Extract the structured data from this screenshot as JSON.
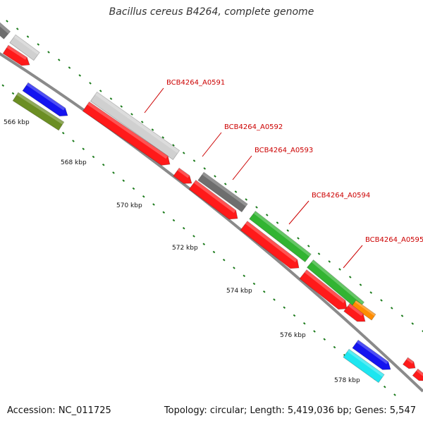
{
  "title": "Bacillus cereus B4264, complete genome",
  "footer": {
    "accession": "Accession: NC_011725",
    "stats": "Topology: circular; Length: 5,419,036 bp; Genes: 5,547"
  },
  "kbp_labels": [
    "566 kbp",
    "568 kbp",
    "570 kbp",
    "572 kbp",
    "574 kbp",
    "576 kbp",
    "578 kbp"
  ],
  "gene_labels": [
    "BCB4264_A0591",
    "BCB4264_A0592",
    "BCB4264_A0593",
    "BCB4264_A0594",
    "BCB4264_A0595"
  ],
  "colors": {
    "red": "#ff1a1a",
    "light_gray": "#d0d0d0",
    "dark_gray": "#6e6e6e",
    "blue": "#1414f0",
    "olive": "#6b8e23",
    "green": "#32b432",
    "orange": "#ff8c00",
    "cyan": "#1ee6f0",
    "backbone": "#8a8a8a",
    "label": "#cc0000",
    "tick": "#1a7a1a"
  }
}
